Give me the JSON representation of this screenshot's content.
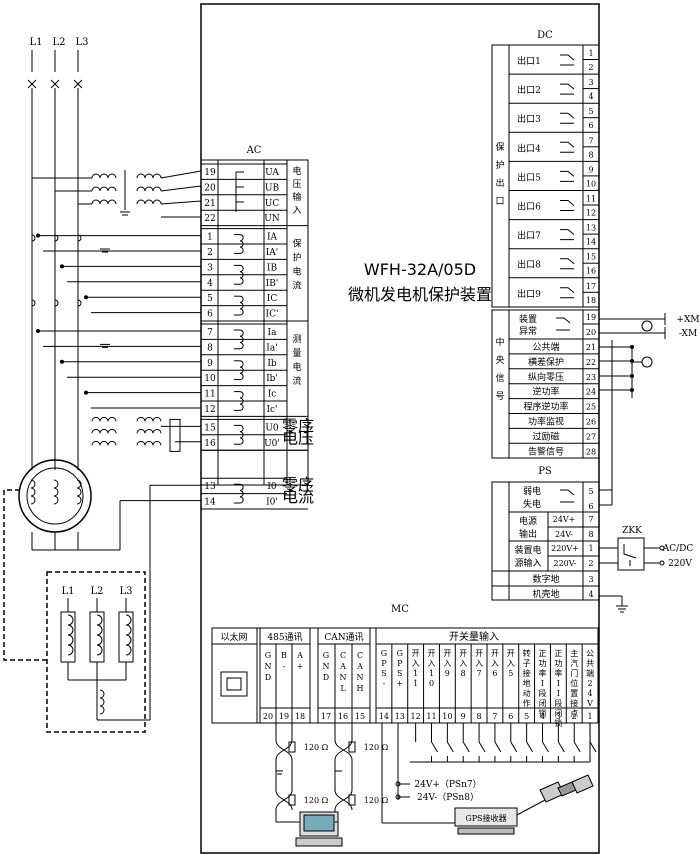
{
  "title": {
    "model": "WFH-32A/05D",
    "name": "微机发电机保护装置"
  },
  "lines": [
    "L1",
    "L2",
    "L3"
  ],
  "gen_lines": [
    "L1",
    "L2",
    "L3"
  ],
  "ac": {
    "header": "AC",
    "volt_rows": [
      {
        "no": "19",
        "sig": "UA"
      },
      {
        "no": "20",
        "sig": "UB"
      },
      {
        "no": "21",
        "sig": "UC"
      },
      {
        "no": "22",
        "sig": "UN"
      }
    ],
    "volt_group": [
      "电",
      "压",
      "输",
      "入"
    ],
    "prot_rows": [
      {
        "no": "1",
        "sig": "IA"
      },
      {
        "no": "2",
        "sig": "IA'"
      },
      {
        "no": "3",
        "sig": "IB"
      },
      {
        "no": "4",
        "sig": "IB'"
      },
      {
        "no": "5",
        "sig": "IC"
      },
      {
        "no": "6",
        "sig": "IC'"
      }
    ],
    "prot_group": [
      "保",
      "护",
      "电",
      "流"
    ],
    "meas_rows": [
      {
        "no": "7",
        "sig": "Ia"
      },
      {
        "no": "8",
        "sig": "Ia'"
      },
      {
        "no": "9",
        "sig": "Ib"
      },
      {
        "no": "10",
        "sig": "Ib'"
      },
      {
        "no": "11",
        "sig": "Ic"
      },
      {
        "no": "12",
        "sig": "Ic'"
      }
    ],
    "meas_group": [
      "测",
      "量",
      "电",
      "流"
    ],
    "u0_rows": [
      {
        "no": "15",
        "sig": "U0"
      },
      {
        "no": "16",
        "sig": "U0'"
      }
    ],
    "u0_group": [
      "零序",
      "电压"
    ],
    "i0_rows": [
      {
        "no": "13",
        "sig": "I0"
      },
      {
        "no": "14",
        "sig": "I0'"
      }
    ],
    "i0_group": [
      "零序",
      "电流"
    ]
  },
  "dc": {
    "header": "DC",
    "group": [
      "保",
      "护",
      "出",
      "口"
    ],
    "outputs": [
      {
        "label": "出口1",
        "a": "1",
        "b": "2"
      },
      {
        "label": "出口2",
        "a": "3",
        "b": "4"
      },
      {
        "label": "出口3",
        "a": "5",
        "b": "6"
      },
      {
        "label": "出口4",
        "a": "7",
        "b": "8"
      },
      {
        "label": "出口5",
        "a": "9",
        "b": "10"
      },
      {
        "label": "出口6",
        "a": "11",
        "b": "12"
      },
      {
        "label": "出口7",
        "a": "13",
        "b": "14"
      },
      {
        "label": "出口8",
        "a": "15",
        "b": "16"
      },
      {
        "label": "出口9",
        "a": "17",
        "b": "18"
      }
    ]
  },
  "central": {
    "group": [
      "中",
      "央",
      "信",
      "号"
    ],
    "abnormal": {
      "line1": "装置",
      "line2": "异常",
      "a": "19",
      "b": "20"
    },
    "rows": [
      {
        "label": "公共端",
        "no": "21"
      },
      {
        "label": "横差保护",
        "no": "22"
      },
      {
        "label": "纵向零压",
        "no": "23"
      },
      {
        "label": "逆功率",
        "no": "24"
      },
      {
        "label": "程序逆功率",
        "no": "25"
      },
      {
        "label": "功率监视",
        "no": "26"
      },
      {
        "label": "过励磁",
        "no": "27"
      },
      {
        "label": "告警信号",
        "no": "28"
      }
    ],
    "xm_plus": "+XM",
    "xm_minus": "-XM"
  },
  "ps": {
    "header": "PS",
    "power_loss": {
      "line1": "弱电",
      "line2": "失电",
      "a": "5",
      "b": "6"
    },
    "power_out": {
      "line1": "电源",
      "line2": "输出",
      "plus": "24V+",
      "minus": "24V-",
      "a": "7",
      "b": "8"
    },
    "power_in": {
      "line1": "装置电",
      "line2": "源输入",
      "plus": "220V+",
      "minus": "220V-",
      "a": "1",
      "b": "2"
    },
    "digital_ground": {
      "label": "数字地",
      "no": "3"
    },
    "chassis_ground": {
      "label": "机壳地",
      "no": "4"
    },
    "zkk": "ZKK",
    "supply1": "AC/DC",
    "supply2": "220V"
  },
  "mc": {
    "header": "MC",
    "ethernet": "以太网",
    "rs485": {
      "title": "485通讯",
      "cols": [
        {
          "label": "GND",
          "no": "20"
        },
        {
          "label": "B-",
          "no": "19"
        },
        {
          "label": "A+",
          "no": "18"
        }
      ]
    },
    "can": {
      "title": "CAN通讯",
      "cols": [
        {
          "label": "GND",
          "no": "17"
        },
        {
          "label": "CANL",
          "no": "16"
        },
        {
          "label": "CANH",
          "no": "15"
        }
      ]
    },
    "inputs_title": "开关量输入",
    "inputs": [
      {
        "label": "GPS-",
        "no": "14"
      },
      {
        "label": "GPS+",
        "no": "13"
      },
      {
        "label": "开入11",
        "no": "12"
      },
      {
        "label": "开入10",
        "no": "11"
      },
      {
        "label": "开入9",
        "no": "10"
      },
      {
        "label": "开入8",
        "no": "9"
      },
      {
        "label": "开入7",
        "no": "8"
      },
      {
        "label": "开入6",
        "no": "7"
      },
      {
        "label": "开入5",
        "no": "6"
      },
      {
        "label": "转子接地动作",
        "no": "5"
      },
      {
        "label": "正功率I段闭锁",
        "no": "4"
      },
      {
        "label": "正功率II段闭锁",
        "no": "3"
      },
      {
        "label": "主汽门位置接点",
        "no": "2"
      },
      {
        "label": "公共端24V",
        "no": "1"
      }
    ],
    "resistor": "120 Ω",
    "v24p": "24V+（PSn7）",
    "v24m": "24V-（PSn8）",
    "gps_receiver": "GPS接收器"
  }
}
